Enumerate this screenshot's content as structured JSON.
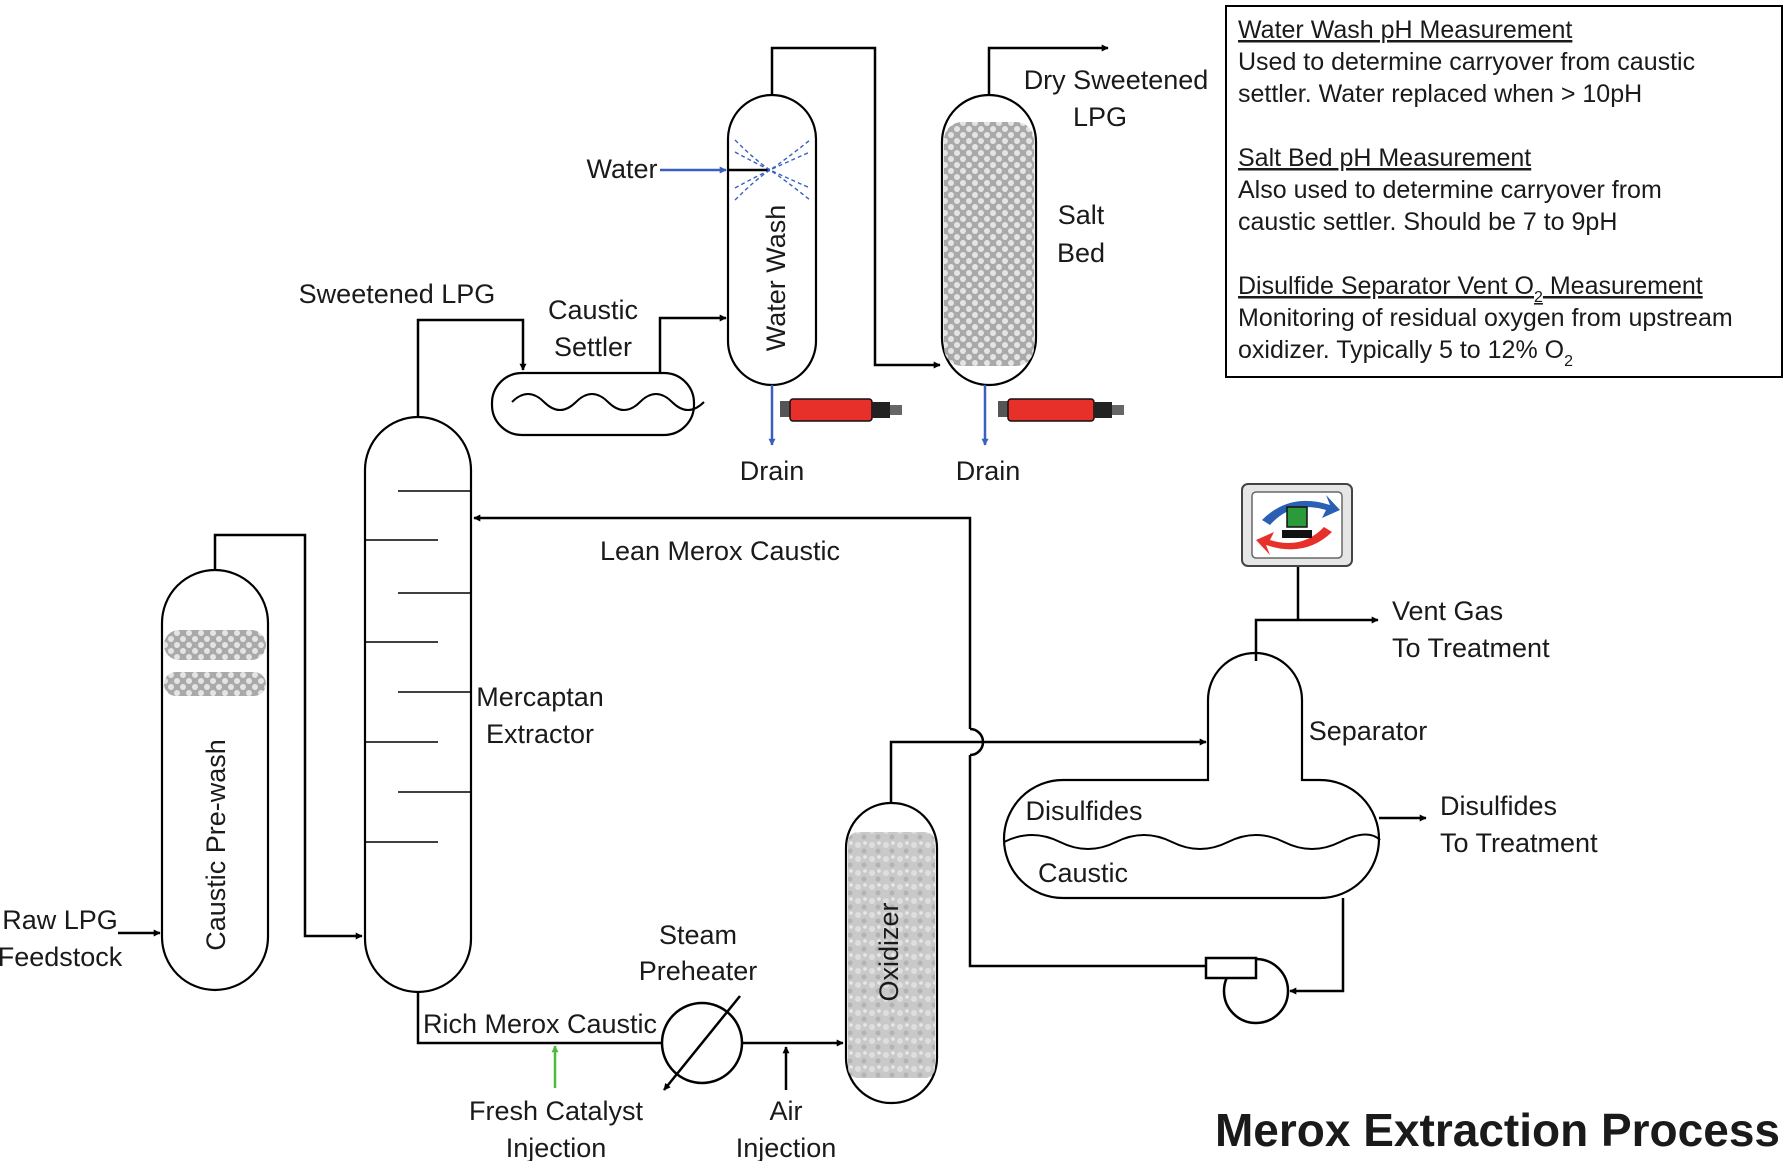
{
  "title": "Merox Extraction Process",
  "notes": {
    "water_wash": {
      "heading": "Water Wash pH Measurement",
      "line1": "Used to determine carryover from caustic",
      "line2": "settler.  Water replaced when > 10pH"
    },
    "salt_bed": {
      "heading": "Salt Bed pH Measurement",
      "line1": "Also used to determine carryover from",
      "line2": "caustic settler. Should be 7 to 9pH"
    },
    "disulfide_vent": {
      "heading_pre": "Disulfide Separator Vent O",
      "heading_sub": "2",
      "heading_post": " Measurement",
      "line1": "Monitoring of residual oxygen from upstream",
      "line2_pre": "oxidizer.  Typically 5 to 12% O",
      "line2_sub": "2"
    }
  },
  "labels": {
    "raw_lpg_1": "Raw LPG",
    "raw_lpg_2": "Feedstock",
    "caustic_prewash": "Caustic Pre-wash",
    "mercaptan_1": "Mercaptan",
    "mercaptan_2": "Extractor",
    "sweetened_lpg": "Sweetened LPG",
    "caustic_settler_1": "Caustic",
    "caustic_settler_2": "Settler",
    "water": "Water",
    "water_wash": "Water Wash",
    "dry_sweetened_1": "Dry Sweetened",
    "dry_sweetened_2": "LPG",
    "salt_bed_1": "Salt",
    "salt_bed_2": "Bed",
    "drain_1": "Drain",
    "drain_2": "Drain",
    "lean_caustic": "Lean Merox Caustic",
    "rich_caustic": "Rich Merox Caustic",
    "steam_preheater_1": "Steam",
    "steam_preheater_2": "Preheater",
    "fresh_catalyst_1": "Fresh Catalyst",
    "fresh_catalyst_2": "Injection",
    "air_injection_1": "Air",
    "air_injection_2": "Injection",
    "oxidizer": "Oxidizer",
    "separator": "Separator",
    "disulfides": "Disulfides",
    "caustic": "Caustic",
    "vent_gas_1": "Vent Gas",
    "vent_gas_2": "To Treatment",
    "disulfides_out_1": "Disulfides",
    "disulfides_out_2": "To Treatment"
  },
  "colors": {
    "line": "#000000",
    "water_arrow": "#3a5fbf",
    "catalyst_arrow": "#4cbb3c",
    "sensor_body": "#e8302a",
    "packing": "#b8b8b8"
  },
  "icons": {
    "sensor": "ph-probe-icon",
    "analyzer": "oxygen-analyzer-icon",
    "pump": "pump-icon",
    "heat_exchanger": "heat-exchanger-icon"
  }
}
